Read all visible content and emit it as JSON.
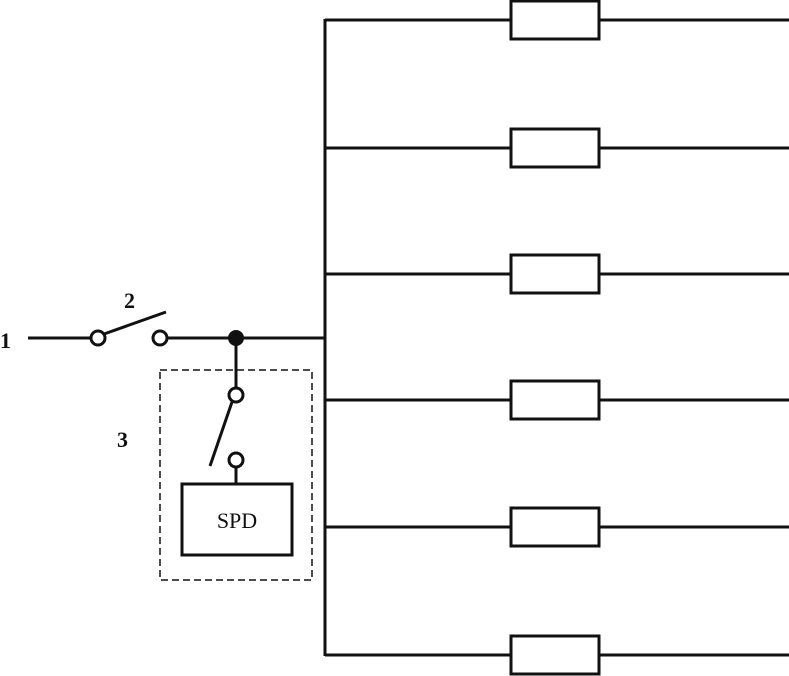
{
  "labels": {
    "input": "1",
    "main_switch": "2",
    "spd_assembly": "3",
    "spd": "SPD"
  },
  "branches": [
    {
      "name": "branch-1"
    },
    {
      "name": "branch-2"
    },
    {
      "name": "branch-3"
    },
    {
      "name": "branch-4"
    },
    {
      "name": "branch-5"
    },
    {
      "name": "branch-6"
    }
  ],
  "colors": {
    "stroke": "#111111",
    "background": "#ffffff"
  }
}
